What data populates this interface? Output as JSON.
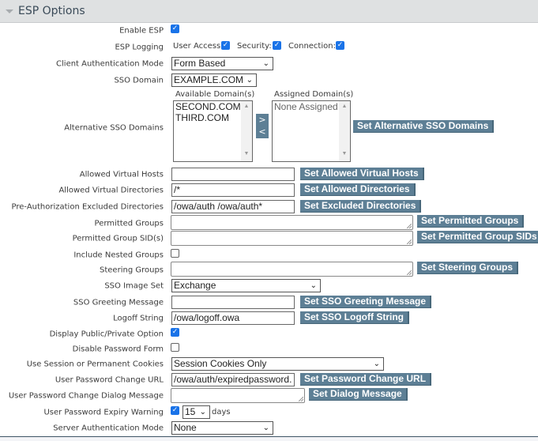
{
  "section": {
    "title": "ESP Options"
  },
  "fields": {
    "enable_esp": {
      "label": "Enable ESP",
      "checked": true
    },
    "esp_logging": {
      "label": "ESP Logging",
      "user_access": "User Access:",
      "security": "Security:",
      "connection": "Connection:",
      "user_access_checked": true,
      "security_checked": true,
      "connection_checked": true
    },
    "client_auth_mode": {
      "label": "Client Authentication Mode",
      "value": "Form Based"
    },
    "sso_domain": {
      "label": "SSO Domain",
      "value": "EXAMPLE.COM"
    },
    "alt_sso": {
      "label": "Alternative SSO Domains",
      "available_label": "Available Domain(s)",
      "assigned_label": "Assigned Domain(s)",
      "available": [
        "SECOND.COM",
        "THIRD.COM"
      ],
      "assigned": [
        "None Assigned"
      ],
      "add": ">",
      "remove": "<",
      "button": "Set Alternative SSO Domains"
    },
    "virtual_hosts": {
      "label": "Allowed Virtual Hosts",
      "value": "",
      "button": "Set Allowed Virtual Hosts"
    },
    "virtual_dirs": {
      "label": "Allowed Virtual Directories",
      "value": "/*",
      "button": "Set Allowed Directories"
    },
    "excluded_dirs": {
      "label": "Pre-Authorization Excluded Directories",
      "value": "/owa/auth /owa/auth*",
      "button": "Set Excluded Directories"
    },
    "permitted_groups": {
      "label": "Permitted Groups",
      "value": "",
      "button": "Set Permitted Groups"
    },
    "permitted_sids": {
      "label": "Permitted Group SID(s)",
      "value": "",
      "button": "Set Permitted Group SIDs"
    },
    "nested_groups": {
      "label": "Include Nested Groups",
      "checked": false
    },
    "steering_groups": {
      "label": "Steering Groups",
      "value": "",
      "button": "Set Steering Groups"
    },
    "sso_image_set": {
      "label": "SSO Image Set",
      "value": "Exchange"
    },
    "greeting": {
      "label": "SSO Greeting Message",
      "value": "",
      "button": "Set SSO Greeting Message"
    },
    "logoff": {
      "label": "Logoff String",
      "value": "/owa/logoff.owa",
      "button": "Set SSO Logoff String"
    },
    "public_private": {
      "label": "Display Public/Private Option",
      "checked": true
    },
    "disable_pw_form": {
      "label": "Disable Password Form",
      "checked": false
    },
    "cookies": {
      "label": "Use Session or Permanent Cookies",
      "value": "Session Cookies Only"
    },
    "pw_change_url": {
      "label": "User Password Change URL",
      "value": "/owa/auth/expiredpassword.",
      "button": "Set Password Change URL"
    },
    "pw_dialog": {
      "label": "User Password Change Dialog Message",
      "value": "",
      "button": "Set Dialog Message"
    },
    "pw_expiry": {
      "label": "User Password Expiry Warning",
      "checked": true,
      "days": "15",
      "unit": "days"
    },
    "server_auth": {
      "label": "Server Authentication Mode",
      "value": "None"
    }
  },
  "colors": {
    "button": "#5d7f95",
    "checkbox": "#1a73e8",
    "header": "#dfe1e2"
  }
}
